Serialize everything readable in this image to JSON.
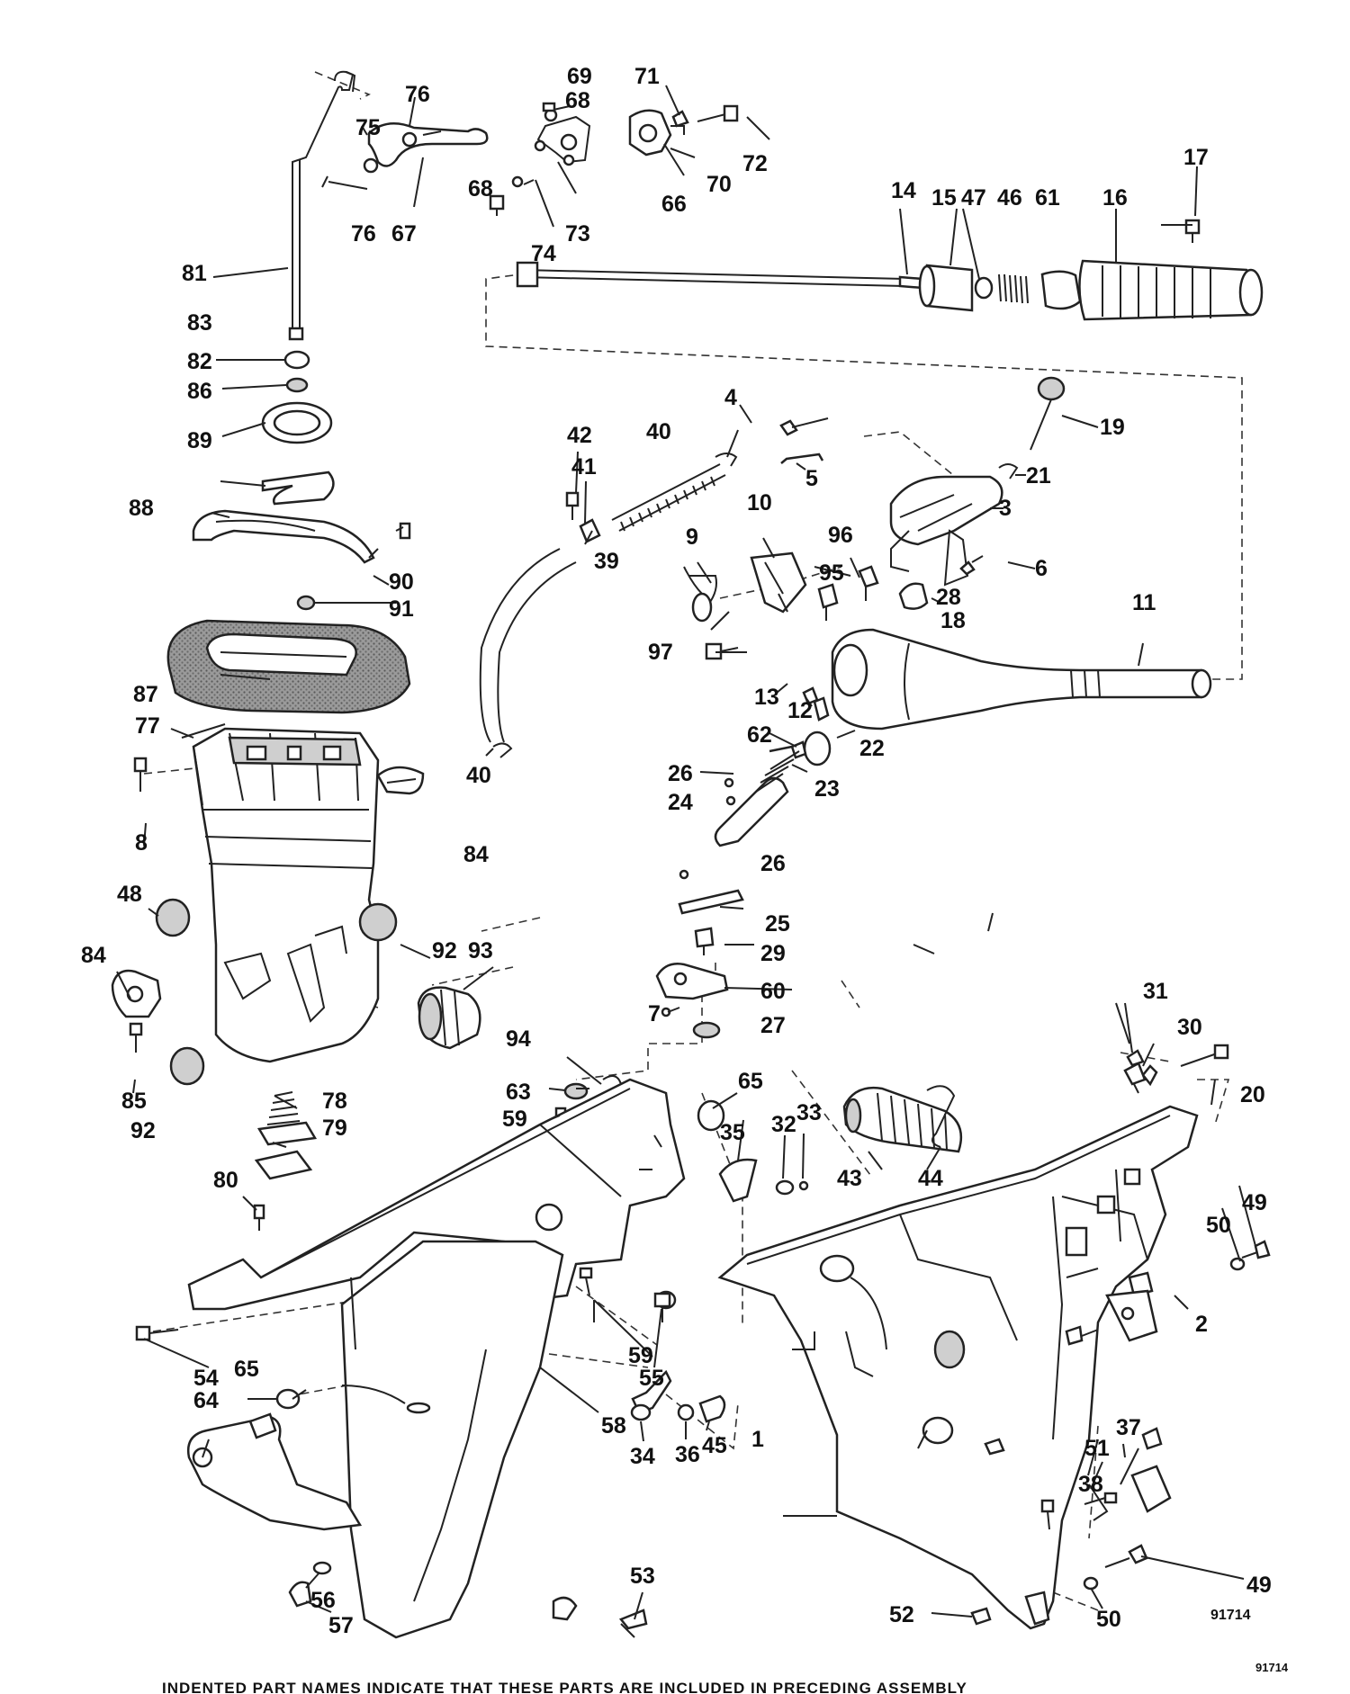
{
  "diagram_number": "91714",
  "corner_number": "91714",
  "footer_text": "INDENTED PART NAMES INDICATE THAT THESE PARTS ARE INCLUDED IN PRECEDING ASSEMBLY",
  "parts": [
    {
      "id": "p1",
      "label": "1"
    },
    {
      "id": "p2",
      "label": "2"
    },
    {
      "id": "p3",
      "label": "3"
    },
    {
      "id": "p4",
      "label": "4"
    },
    {
      "id": "p5",
      "label": "5"
    },
    {
      "id": "p6",
      "label": "6"
    },
    {
      "id": "p7",
      "label": "7"
    },
    {
      "id": "p8",
      "label": "8"
    },
    {
      "id": "p9",
      "label": "9"
    },
    {
      "id": "p10",
      "label": "10"
    },
    {
      "id": "p11",
      "label": "11"
    },
    {
      "id": "p12",
      "label": "12"
    },
    {
      "id": "p13",
      "label": "13"
    },
    {
      "id": "p14",
      "label": "14"
    },
    {
      "id": "p15",
      "label": "15"
    },
    {
      "id": "p16",
      "label": "16"
    },
    {
      "id": "p17",
      "label": "17"
    },
    {
      "id": "p18",
      "label": "18"
    },
    {
      "id": "p19",
      "label": "19"
    },
    {
      "id": "p20",
      "label": "20"
    },
    {
      "id": "p21",
      "label": "21"
    },
    {
      "id": "p22",
      "label": "22"
    },
    {
      "id": "p23",
      "label": "23"
    },
    {
      "id": "p24",
      "label": "24"
    },
    {
      "id": "p25",
      "label": "25"
    },
    {
      "id": "p26a",
      "label": "26"
    },
    {
      "id": "p26b",
      "label": "26"
    },
    {
      "id": "p27",
      "label": "27"
    },
    {
      "id": "p28",
      "label": "28"
    },
    {
      "id": "p29",
      "label": "29"
    },
    {
      "id": "p30",
      "label": "30"
    },
    {
      "id": "p31",
      "label": "31"
    },
    {
      "id": "p32",
      "label": "32"
    },
    {
      "id": "p33",
      "label": "33"
    },
    {
      "id": "p34",
      "label": "34"
    },
    {
      "id": "p35",
      "label": "35"
    },
    {
      "id": "p36",
      "label": "36"
    },
    {
      "id": "p37",
      "label": "37"
    },
    {
      "id": "p38",
      "label": "38"
    },
    {
      "id": "p39",
      "label": "39"
    },
    {
      "id": "p40a",
      "label": "40"
    },
    {
      "id": "p40b",
      "label": "40"
    },
    {
      "id": "p41",
      "label": "41"
    },
    {
      "id": "p42",
      "label": "42"
    },
    {
      "id": "p43",
      "label": "43"
    },
    {
      "id": "p44",
      "label": "44"
    },
    {
      "id": "p45",
      "label": "45"
    },
    {
      "id": "p46",
      "label": "46"
    },
    {
      "id": "p47",
      "label": "47"
    },
    {
      "id": "p48",
      "label": "48"
    },
    {
      "id": "p49a",
      "label": "49"
    },
    {
      "id": "p49b",
      "label": "49"
    },
    {
      "id": "p50a",
      "label": "50"
    },
    {
      "id": "p50b",
      "label": "50"
    },
    {
      "id": "p51",
      "label": "51"
    },
    {
      "id": "p52",
      "label": "52"
    },
    {
      "id": "p53",
      "label": "53"
    },
    {
      "id": "p54",
      "label": "54"
    },
    {
      "id": "p55",
      "label": "55"
    },
    {
      "id": "p56",
      "label": "56"
    },
    {
      "id": "p57",
      "label": "57"
    },
    {
      "id": "p58",
      "label": "58"
    },
    {
      "id": "p59a",
      "label": "59"
    },
    {
      "id": "p59b",
      "label": "59"
    },
    {
      "id": "p60",
      "label": "60"
    },
    {
      "id": "p61",
      "label": "61"
    },
    {
      "id": "p62",
      "label": "62"
    },
    {
      "id": "p63",
      "label": "63"
    },
    {
      "id": "p64",
      "label": "64"
    },
    {
      "id": "p65a",
      "label": "65"
    },
    {
      "id": "p65b",
      "label": "65"
    },
    {
      "id": "p66",
      "label": "66"
    },
    {
      "id": "p67",
      "label": "67"
    },
    {
      "id": "p68a",
      "label": "68"
    },
    {
      "id": "p68b",
      "label": "68"
    },
    {
      "id": "p69",
      "label": "69"
    },
    {
      "id": "p70",
      "label": "70"
    },
    {
      "id": "p71",
      "label": "71"
    },
    {
      "id": "p72",
      "label": "72"
    },
    {
      "id": "p73",
      "label": "73"
    },
    {
      "id": "p74",
      "label": "74"
    },
    {
      "id": "p75",
      "label": "75"
    },
    {
      "id": "p76a",
      "label": "76"
    },
    {
      "id": "p76b",
      "label": "76"
    },
    {
      "id": "p77",
      "label": "77"
    },
    {
      "id": "p78",
      "label": "78"
    },
    {
      "id": "p79",
      "label": "79"
    },
    {
      "id": "p80",
      "label": "80"
    },
    {
      "id": "p81",
      "label": "81"
    },
    {
      "id": "p82",
      "label": "82"
    },
    {
      "id": "p83",
      "label": "83"
    },
    {
      "id": "p84a",
      "label": "84"
    },
    {
      "id": "p84b",
      "label": "84"
    },
    {
      "id": "p85",
      "label": "85"
    },
    {
      "id": "p86",
      "label": "86"
    },
    {
      "id": "p87",
      "label": "87"
    },
    {
      "id": "p88",
      "label": "88"
    },
    {
      "id": "p89",
      "label": "89"
    },
    {
      "id": "p90",
      "label": "90"
    },
    {
      "id": "p91",
      "label": "91"
    },
    {
      "id": "p92a",
      "label": "92"
    },
    {
      "id": "p92b",
      "label": "92"
    },
    {
      "id": "p93",
      "label": "93"
    },
    {
      "id": "p94",
      "label": "94"
    },
    {
      "id": "p95",
      "label": "95"
    },
    {
      "id": "p96",
      "label": "96"
    },
    {
      "id": "p97",
      "label": "97"
    }
  ]
}
